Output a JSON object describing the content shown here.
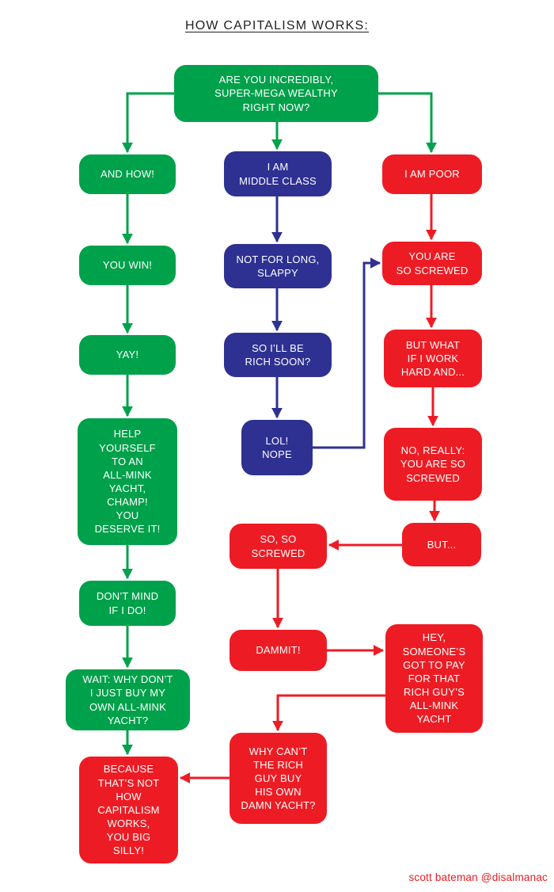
{
  "title": "HOW CAPITALISM WORKS:",
  "credit": "scott bateman @disalmanac",
  "colors": {
    "green": "#00A14B",
    "blue": "#2E3192",
    "red": "#ED1C24",
    "title_text": "#231F20"
  },
  "nodes": {
    "start": {
      "label": "ARE YOU INCREDIBLY,\nSUPER-MEGA WEALTHY\nRIGHT NOW?",
      "color": "green"
    },
    "and_how": {
      "label": "AND HOW!",
      "color": "green"
    },
    "middle_class": {
      "label": "I AM\nMIDDLE CLASS",
      "color": "blue"
    },
    "poor": {
      "label": "I AM POOR",
      "color": "red"
    },
    "you_win": {
      "label": "YOU WIN!",
      "color": "green"
    },
    "not_for_long": {
      "label": "NOT FOR LONG,\nSLAPPY",
      "color": "blue"
    },
    "so_screwed": {
      "label": "YOU ARE\nSO SCREWED",
      "color": "red"
    },
    "yay": {
      "label": "YAY!",
      "color": "green"
    },
    "rich_soon": {
      "label": "SO I’LL BE\nRICH SOON?",
      "color": "blue"
    },
    "work_hard": {
      "label": "BUT WHAT\nIF I WORK\nHARD AND...",
      "color": "red"
    },
    "mink_yacht": {
      "label": "HELP\nYOURSELF\nTO AN\nALL-MINK\nYACHT,\nCHAMP!\nYOU\nDESERVE IT!",
      "color": "green"
    },
    "lol_nope": {
      "label": "LOL!\nNOPE",
      "color": "blue"
    },
    "no_really": {
      "label": "NO, REALLY:\nYOU ARE SO\nSCREWED",
      "color": "red"
    },
    "so_so_screwed": {
      "label": "SO, SO\nSCREWED",
      "color": "red"
    },
    "but": {
      "label": "BUT...",
      "color": "red"
    },
    "dont_mind": {
      "label": "DON’T MIND\nIF I DO!",
      "color": "green"
    },
    "dammit": {
      "label": "DAMMIT!",
      "color": "red"
    },
    "someone_pay": {
      "label": "HEY,\nSOMEONE’S\nGOT TO PAY\nFOR THAT\nRICH GUY’S\nALL-MINK\nYACHT",
      "color": "red"
    },
    "wait_why": {
      "label": "WAIT: WHY DON’T\nI JUST BUY MY\nOWN ALL-MINK\nYACHT?",
      "color": "green"
    },
    "why_cant": {
      "label": "WHY CAN’T\nTHE RICH\nGUY BUY\nHIS OWN\nDAMN YACHT?",
      "color": "red"
    },
    "because": {
      "label": "BECAUSE\nTHAT’S NOT\nHOW\nCAPITALISM\nWORKS,\nYOU BIG\nSILLY!",
      "color": "red"
    }
  },
  "edges": [
    {
      "from": "start",
      "to": "and_how",
      "color": "green"
    },
    {
      "from": "start",
      "to": "middle_class",
      "color": "green"
    },
    {
      "from": "start",
      "to": "poor",
      "color": "green"
    },
    {
      "from": "and_how",
      "to": "you_win",
      "color": "green"
    },
    {
      "from": "you_win",
      "to": "yay",
      "color": "green"
    },
    {
      "from": "yay",
      "to": "mink_yacht",
      "color": "green"
    },
    {
      "from": "mink_yacht",
      "to": "dont_mind",
      "color": "green"
    },
    {
      "from": "dont_mind",
      "to": "wait_why",
      "color": "green"
    },
    {
      "from": "wait_why",
      "to": "because",
      "color": "green"
    },
    {
      "from": "middle_class",
      "to": "not_for_long",
      "color": "blue"
    },
    {
      "from": "not_for_long",
      "to": "rich_soon",
      "color": "blue"
    },
    {
      "from": "rich_soon",
      "to": "lol_nope",
      "color": "blue"
    },
    {
      "from": "lol_nope",
      "to": "so_screwed",
      "color": "blue"
    },
    {
      "from": "poor",
      "to": "so_screwed",
      "color": "red"
    },
    {
      "from": "so_screwed",
      "to": "work_hard",
      "color": "red"
    },
    {
      "from": "work_hard",
      "to": "no_really",
      "color": "red"
    },
    {
      "from": "no_really",
      "to": "but",
      "color": "red"
    },
    {
      "from": "but",
      "to": "so_so_screwed",
      "color": "red"
    },
    {
      "from": "so_so_screwed",
      "to": "dammit",
      "color": "red"
    },
    {
      "from": "dammit",
      "to": "someone_pay",
      "color": "red"
    },
    {
      "from": "someone_pay",
      "to": "why_cant",
      "color": "red"
    },
    {
      "from": "why_cant",
      "to": "because",
      "color": "red"
    }
  ]
}
